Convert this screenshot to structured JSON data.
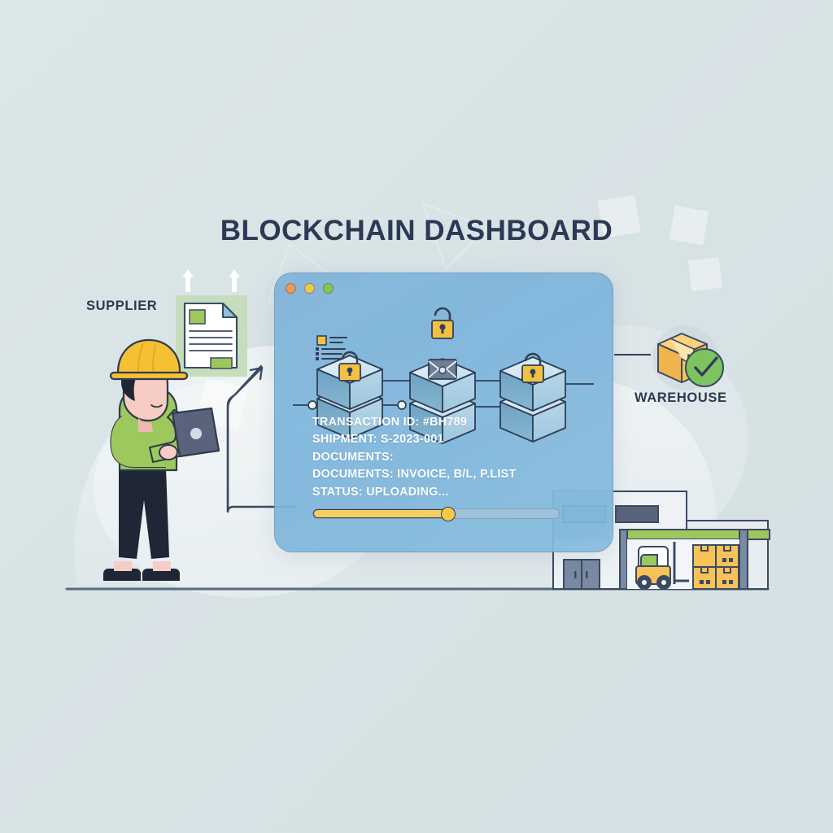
{
  "page": {
    "title": "BLOCKCHAIN DASHBOARD",
    "background_color": "#d8e3e5",
    "title_color": "#2b3a54"
  },
  "supplier": {
    "label": "SUPPLIER",
    "document_icon": "document-icon",
    "upload_arrow_icon": "upload-arrow-icon",
    "person_icon": "worker-with-tablet",
    "hardhat_color": "#f5c033",
    "shirt_color": "#9dc85e"
  },
  "flow": {
    "arrow_icon": "curved-arrow-icon",
    "connector_icon": "connector-line-icon"
  },
  "dashboard": {
    "window_dots": [
      {
        "name": "close-dot",
        "color": "#f0994f"
      },
      {
        "name": "minimize-dot",
        "color": "#f0c84f"
      },
      {
        "name": "maximize-dot",
        "color": "#8cc34f"
      }
    ],
    "list_icon": "list-document-icon",
    "blocks": [
      {
        "name": "block-1",
        "badge_icon": "padlock-icon"
      },
      {
        "name": "block-2",
        "badge_icon": "envelope-icon",
        "floating_icon": "padlock-icon"
      },
      {
        "name": "block-3",
        "badge_icon": "padlock-icon"
      }
    ],
    "info_lines": [
      "TRANSACTION ID: #BH789",
      "SHIPMENT: S-2023-001",
      "DOCUMENTS:",
      "DOCUMENTS: INVOICE, B/L, P.LIST",
      "STATUS: UPLOADING..."
    ],
    "progress": {
      "percent": 55,
      "fill_color": "#f7ce62",
      "track_color": "#9dc2da"
    },
    "panel_color": "#80b4d8"
  },
  "warehouse": {
    "label": "WAREHOUSE",
    "package_icon": "package-box-icon",
    "check_icon": "check-circle-icon",
    "check_color": "#7dc461",
    "box_color": "#f7c257",
    "building_icon": "warehouse-building-icon",
    "forklift_icon": "forklift-icon",
    "crates_icon": "stacked-crates-icon"
  }
}
